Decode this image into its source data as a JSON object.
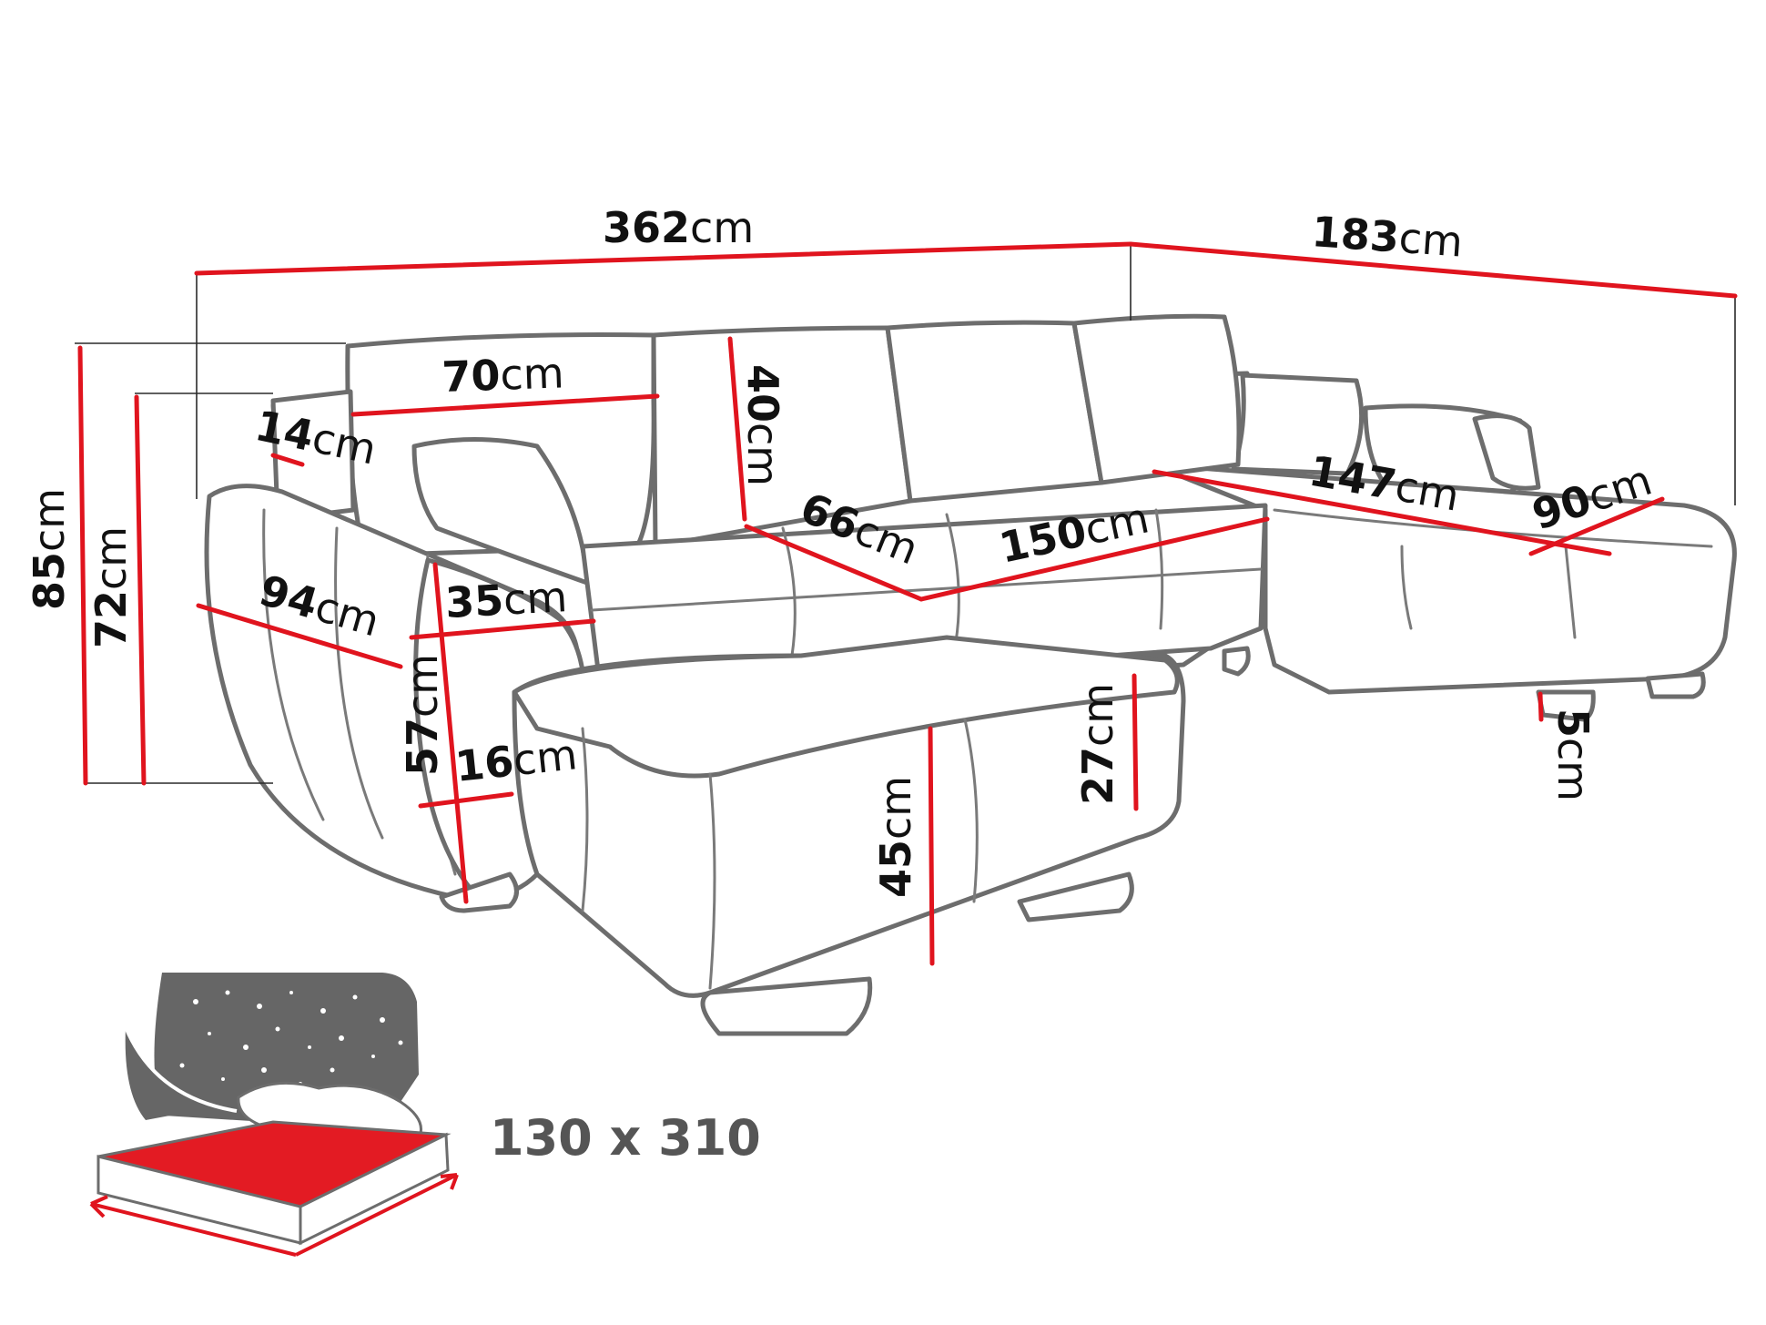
{
  "colors": {
    "dimension_line": "#e0141e",
    "outline": "#6d6d6d",
    "mattress": "#e31b23",
    "night_sky": "#666666"
  },
  "dimensions": {
    "d362": {
      "num": "362",
      "unit": "cm"
    },
    "d183": {
      "num": "183",
      "unit": "cm"
    },
    "d85": {
      "num": "85",
      "unit": "cm"
    },
    "d72": {
      "num": "72",
      "unit": "cm"
    },
    "d70": {
      "num": "70",
      "unit": "cm"
    },
    "d14": {
      "num": "14",
      "unit": "cm"
    },
    "d40": {
      "num": "40",
      "unit": "cm"
    },
    "d66": {
      "num": "66",
      "unit": "cm"
    },
    "d150": {
      "num": "150",
      "unit": "cm"
    },
    "d147": {
      "num": "147",
      "unit": "cm"
    },
    "d90": {
      "num": "90",
      "unit": "cm"
    },
    "d94": {
      "num": "94",
      "unit": "cm"
    },
    "d35": {
      "num": "35",
      "unit": "cm"
    },
    "d57": {
      "num": "57",
      "unit": "cm"
    },
    "d16": {
      "num": "16",
      "unit": "cm"
    },
    "d27": {
      "num": "27",
      "unit": "cm"
    },
    "d45": {
      "num": "45",
      "unit": "cm"
    },
    "d5": {
      "num": "5",
      "unit": "cm"
    }
  },
  "bed": {
    "size": "130 x 310",
    "icon": "bed-night-icon"
  }
}
